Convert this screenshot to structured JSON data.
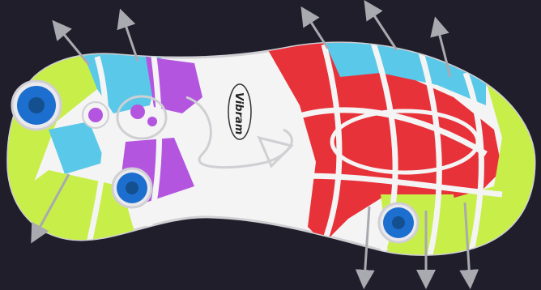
{
  "image": {
    "background": "#1f1e2a",
    "brand_logo_text": "Vibram",
    "colors": {
      "sole_base": "#f4f4f4",
      "outline": "#cfcfd4",
      "lime_zone": "#c8ee4a",
      "cyan_zone": "#5ac8e8",
      "purple_zone": "#b455e0",
      "red_zone": "#e8323a",
      "pivot_blue": "#1c6fcf",
      "arrow": "#a9a9b0"
    },
    "arrows_count": 9,
    "pivot_points_count": 3
  }
}
